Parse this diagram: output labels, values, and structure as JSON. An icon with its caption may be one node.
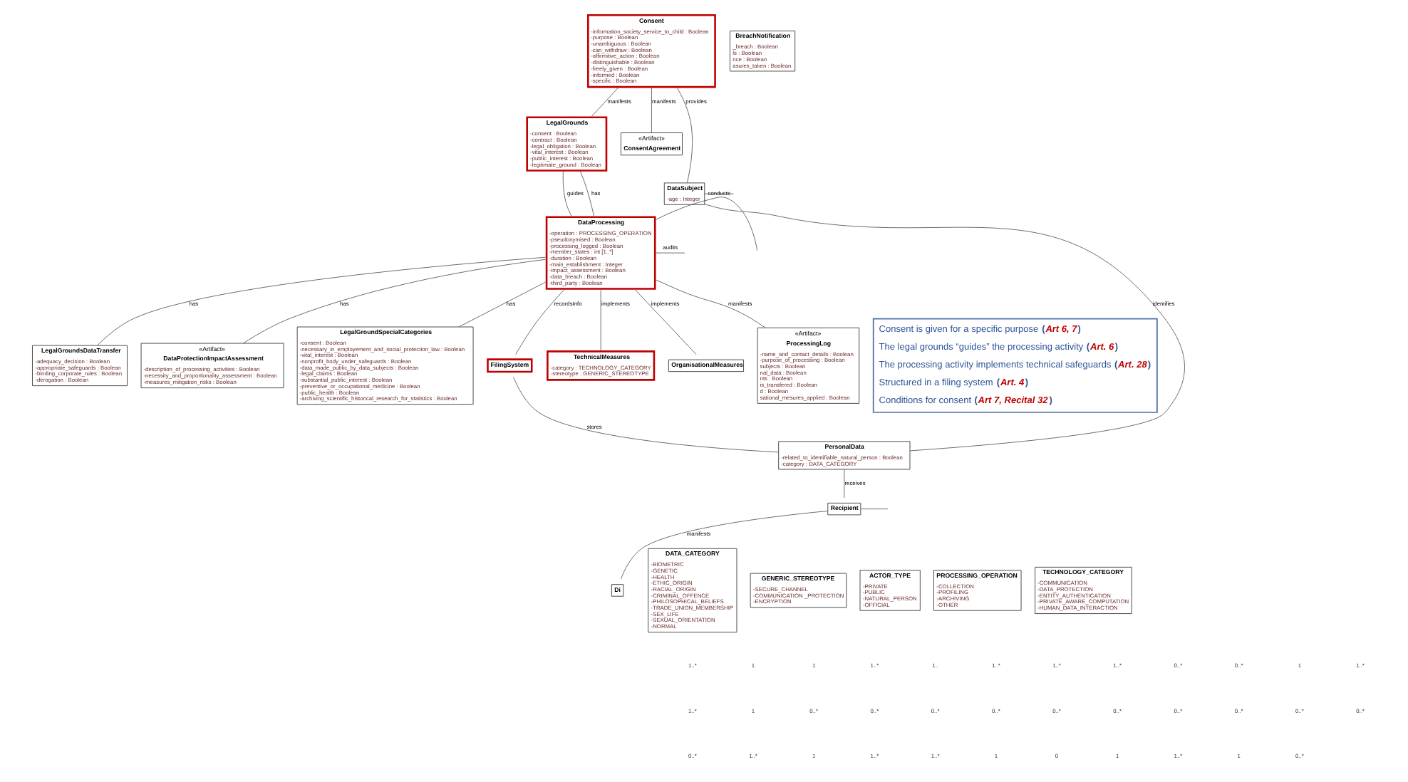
{
  "diagram": {
    "nodes": [
      {
        "text": [
          "Consent",
          "-information_society_service_to_child : Boolean",
          "-purpose : Boolean",
          "-unambiguous : Boolean",
          "-can_withdraw : Boolean",
          "-affirmitive_action : Boolean",
          "-distinguishable : Boolean",
          "-freely_given : Boolean",
          "-informed : Boolean",
          "-specific : Boolean"
        ]
      },
      {
        "text": [
          "LegalGrounds",
          "-consent : Boolean",
          "-contract : Boolean",
          "-legal_obligation : Boolean",
          "-vital_interest : Boolean",
          "-public_interest : Boolean",
          "-legitimate_ground : Boolean"
        ]
      },
      {
        "text": [
          "LegalGroundsDataTransfer",
          "-adequacy_decision : Boolean",
          "-appropriate_safeguards : Boolean",
          "-binding_corporate_rules : Boolean",
          "-derogation : Boolean"
        ]
      },
      {
        "text": [
          "«Artifact»",
          "DataProtectionImpactAssessment",
          "-description_of_processing_activities : Boolean",
          "-necessity_and_proportionality_assessment : Boolean",
          "-measures_mitigation_risks : Boolean"
        ]
      },
      {
        "text": [
          "LegalGroundSpecialCategories",
          "-consent : Boolean",
          "-necessary_in_employement_and_social_protection_law : Boolean",
          "-vital_interest : Boolean",
          "-nonprofit_body_under_safeguards : Boolean",
          "-data_made_public_by_data_subjects : Boolean",
          "-legal_claims : Boolean",
          "-substantial_public_interest : Boolean",
          "-preventive_or_occupational_medicine : Boolean",
          "-public_health : Boolean",
          "-archiving_scientific_historical_research_for_statistics : Boolean"
        ]
      },
      {
        "text": [
          "«Artifact»",
          "ConsentAgreement"
        ]
      },
      {
        "text": [
          "FilingSystem"
        ]
      },
      {
        "text": [
          "TechnicalMeasures",
          "-category : TECHNOLOGY_CATEGORY",
          "-stereotype : GENERIC_STEREOTYPE"
        ]
      },
      {
        "text": [
          "DataProcessing",
          "-operation : PROCESSING_OPERATION",
          "-pseudonymised : Boolean",
          "-processing_logged : Boolean",
          "-member_states : int [1..*]",
          "-duration : Boolean",
          "-main_establishment : Integer",
          "-impact_assessment : Boolean",
          "-data_breach : Boolean",
          "-third_party : Boolean"
        ]
      },
      {
        "text": [
          "OrganisationalMeasures"
        ]
      },
      {
        "text": [
          "DataSubject",
          "-age : Integer"
        ]
      },
      {
        "text": [
          "PersonalData",
          "-related_to_identifiable_natural_person : Boolean",
          "-category : DATA_CATEGORY"
        ]
      },
      {
        "text": [
          "Recipient"
        ]
      },
      {
        "text": [
          "Di"
        ]
      },
      {
        "text": [
          "«Artifact»",
          "ProcessingLog",
          "-name_and_contact_details : Boolean",
          "-purpose_of_processing : Boolean",
          "subjects : Boolean",
          "nal_data : Boolean",
          "nts : Boolean",
          "is_transfered : Boolean",
          "d : Boolean",
          "sational_mesures_applied : Boolean"
        ]
      },
      {
        "text": [
          "BreachNotification",
          "_breach : Boolean",
          "ls : Boolean",
          "nce : Boolean",
          "asures_taken : Boolean"
        ]
      },
      {
        "text": [
          "DATA_CATEGORY",
          "-BIOMETRIC",
          "-GENETIC",
          "-HEALTH",
          "-ETHIC_ORIGIN",
          "-RACIAL_ORIGIN",
          "-CRIMINAL_OFFENCE",
          "-PHILOSOPHICAL_BELIEFS",
          "-TRADE_UNION_MEMBERSHIP",
          "-SEX_LIFE",
          "-SEXUAL_ORIENTATION",
          "-NORMAL"
        ]
      },
      {
        "text": [
          "GENERIC_STEREOTYPE",
          "-SECURE_CHANNEL",
          "-COMMUNICATION _PROTECTION",
          "-ENCRYPTION"
        ]
      },
      {
        "text": [
          "ACTOR_TYPE",
          "-PRIVATE",
          "-PUBLIC",
          "-NATURAL_PERSON",
          "-OFFICIAL"
        ]
      },
      {
        "text": [
          "PROCESSING_OPERATION",
          "-COLLECTION",
          "-PROFILING",
          "-ARCHIVING",
          "-OTHER"
        ]
      },
      {
        "text": [
          "TECHNOLOGY_CATEGORY",
          "-COMMUNICATION",
          "-DATA_PROTECTION",
          "-ENTITY_AUTHENTICATION",
          "-PRIVATE_AWARE_COMPUTATION",
          "-HUMAN_DATA_INTERACTION"
        ]
      },
      {
        "text": [
          "Consent is given for a specific purpose **(*Art 6, 7*)**",
          "The legal grounds “guides” the processing activity **(*Art. 6*)**",
          "The processing activity implements technical safeguards **(*Art. 28*)**",
          "Structured in a filing system **(*Art. 4*)**",
          "Conditions for consent **(*Art 7, Recital 32*)**"
        ]
      }
    ],
    "edges": [
      {
        "from": 0,
        "to": 1,
        "arrow": "none",
        "label": "manifests"
      },
      {
        "from": 0,
        "to": 5,
        "arrow": "none",
        "label": "manifests"
      },
      {
        "from": 0,
        "to": 10,
        "arrow": "none",
        "label": "provides"
      },
      {
        "from": 1,
        "to": 8,
        "arrow": "none",
        "label": "guides"
      },
      {
        "from": 8,
        "to": 1,
        "arrow": "none",
        "label": "has"
      },
      {
        "from": 8,
        "to": 6,
        "arrow": "none",
        "label": "recordsInfo"
      },
      {
        "from": 6,
        "to": 11,
        "arrow": "none",
        "label": "stores"
      },
      {
        "from": 8,
        "to": 7,
        "arrow": "none",
        "label": "implements"
      },
      {
        "from": 8,
        "to": 9,
        "arrow": "none",
        "label": "implements"
      },
      {
        "from": 8,
        "to": 2,
        "arrow": "none",
        "label": "has"
      },
      {
        "from": 8,
        "to": 3,
        "arrow": "none",
        "label": "has"
      },
      {
        "from": 8,
        "to": 4,
        "arrow": "none",
        "label": "has"
      },
      {
        "from": 8,
        "to": 14,
        "arrow": "none",
        "label": "manifests"
      },
      {
        "from": 10,
        "to": 11,
        "arrow": "none",
        "label": "identifies"
      },
      {
        "from": 11,
        "to": 12,
        "arrow": "none",
        "label": "receives"
      },
      {
        "from": 12,
        "to": 13,
        "arrow": "none",
        "label": "manifests"
      },
      {
        "from": 8,
        "to": null,
        "arrow": "none",
        "label": "conducts"
      },
      {
        "from": 8,
        "to": null,
        "arrow": "none",
        "label": "audits"
      },
      {
        "from": 10,
        "to": null,
        "arrow": "none"
      },
      {
        "from": 12,
        "to": null,
        "arrow": "none"
      }
    ],
    "labels": [
      "1..*",
      "1",
      "1",
      "1..*",
      "1..",
      "1..*",
      "1..*",
      "1..*",
      "0..*",
      "0..*",
      "1",
      "1..*",
      "1..*",
      "1",
      "0..*",
      "0..*",
      "0..*",
      "0..*",
      "0..*",
      "0..*",
      "0..*",
      "0..*",
      "0..*",
      "0..*",
      "0..*",
      "1..*",
      "1",
      "1..*",
      "1..*",
      "1",
      "0",
      "1",
      "1..*",
      "1",
      "0..*"
    ]
  }
}
